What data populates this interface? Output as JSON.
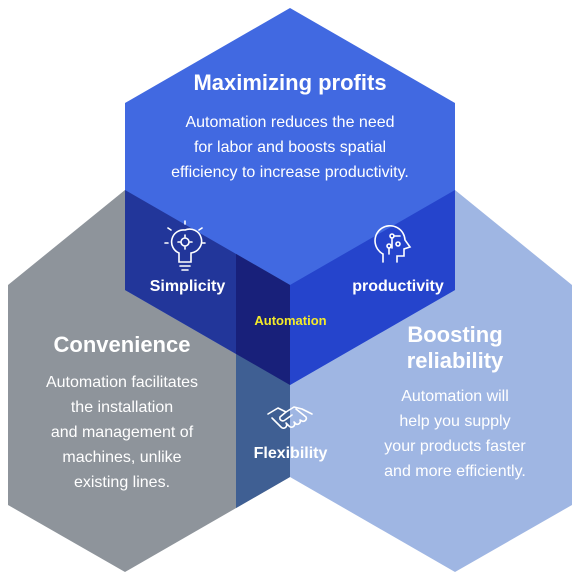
{
  "hexagons": {
    "top": {
      "title": "Maximizing profits",
      "body_lines": [
        "Automation reduces the need",
        "for labor and boosts spatial",
        "efficiency to increase productivity."
      ]
    },
    "left": {
      "title": "Convenience",
      "body_lines": [
        "Automation facilitates",
        "the installation",
        "and management of",
        "machines, unlike",
        "existing lines."
      ]
    },
    "right": {
      "title_lines": [
        "Boosting",
        "reliability"
      ],
      "body_lines": [
        "Automation will",
        "help you supply",
        "your products faster",
        "and more efficiently."
      ]
    }
  },
  "overlaps": {
    "simplicity": "Simplicity",
    "productivity": "productivity",
    "flexibility": "Flexibility",
    "center": "Automation"
  },
  "icons": {
    "simplicity": "lightbulb-gear-icon",
    "productivity": "head-circuit-icon",
    "flexibility": "handshake-icon"
  },
  "colors": {
    "top": "#4169e1",
    "left": "#8e949b",
    "right": "#9fb6e3",
    "top_left": "#22369a",
    "top_right": "#2544cc",
    "left_right": "#3f5f93",
    "center": "#18207a",
    "center_label": "#f4ea2a"
  }
}
